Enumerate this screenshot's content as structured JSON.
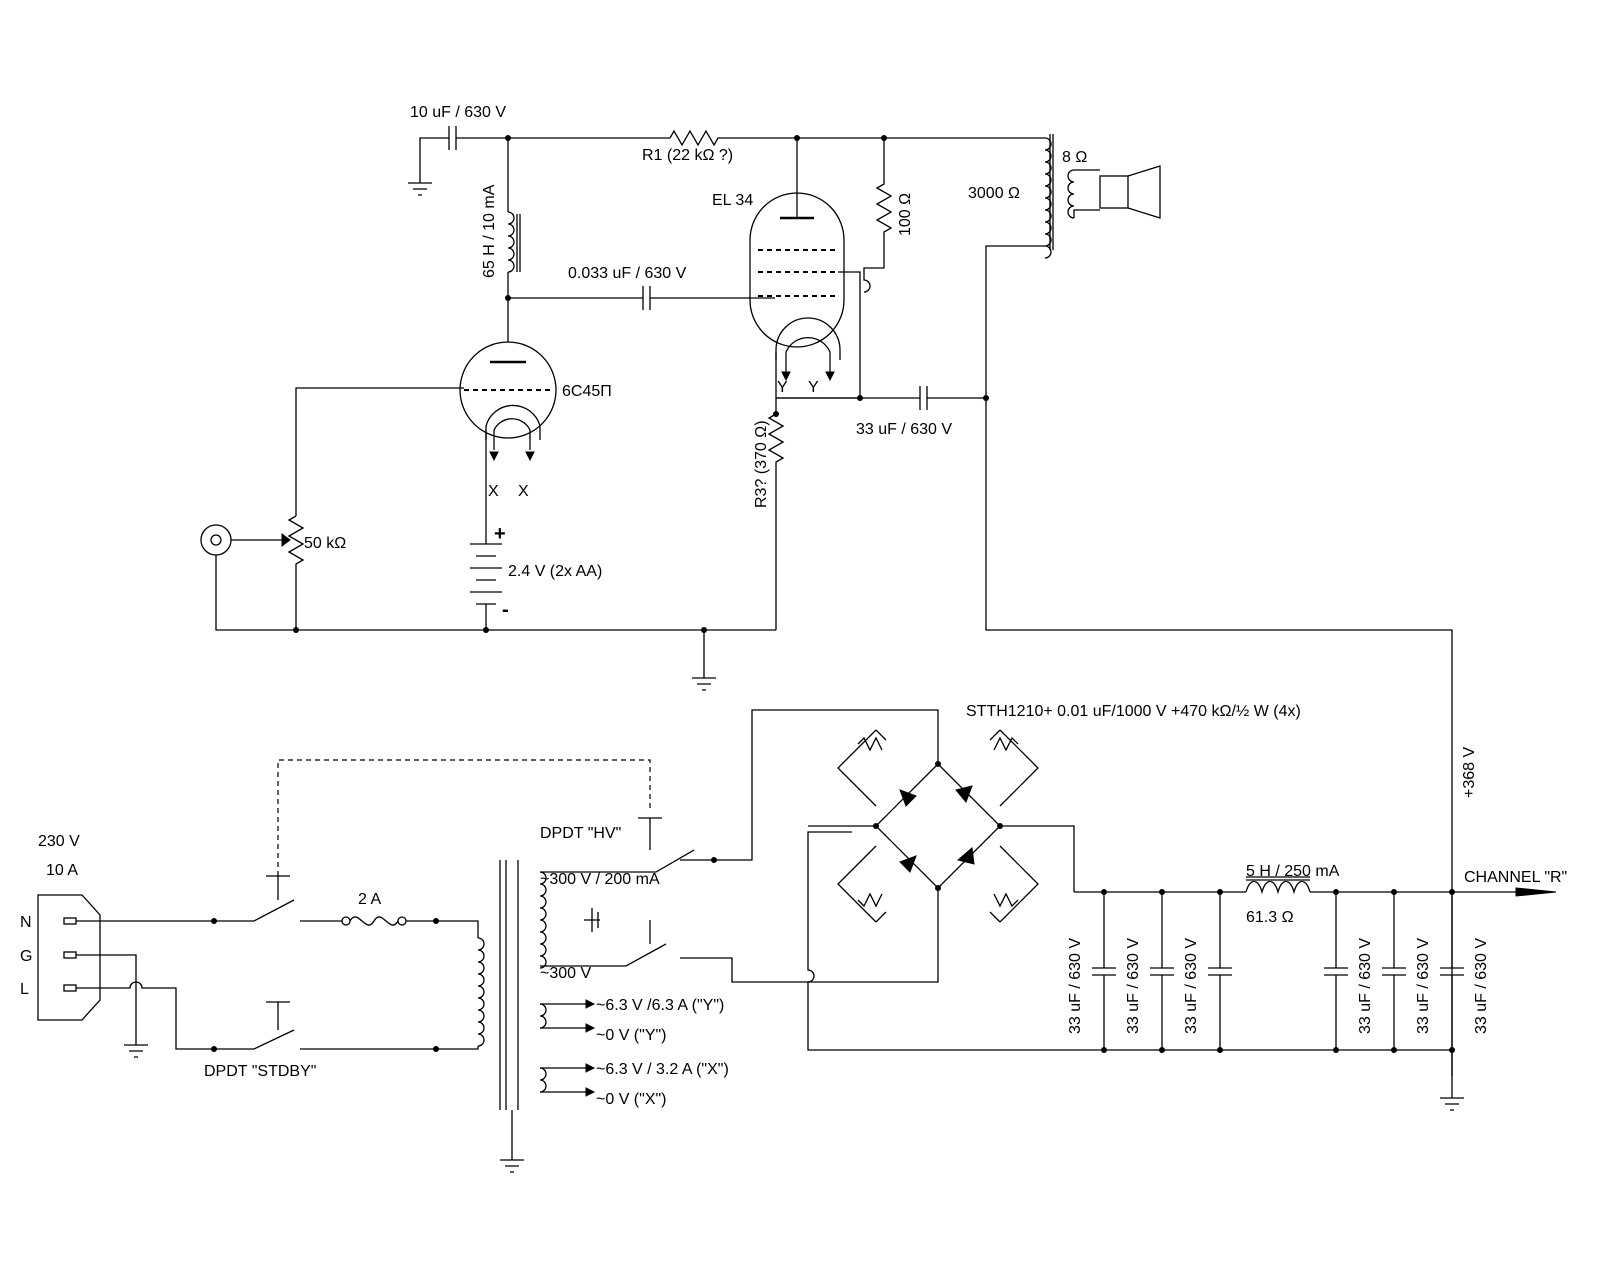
{
  "labels": {
    "cap_input": "10 uF / 630 V",
    "r1": "R1 (22 kΩ ?)",
    "choke_anode": "65 H / 10 mA",
    "tube_power": "EL 34",
    "r_screen": "100 Ω",
    "opt_primary": "3000 Ω",
    "opt_secondary": "8 Ω",
    "cap_coupling": "0.033 uF / 630 V",
    "tube_input": "6C45П",
    "heater_y1": "Y",
    "heater_y2": "Y",
    "heater_x1": "X",
    "heater_x2": "X",
    "r3": "R3? (370 Ω)",
    "cap_bypass": "33 uF / 630 V",
    "pot": "50 kΩ",
    "battery_plus": "+",
    "battery_minus": "-",
    "battery": "2.4 V (2x AA)",
    "bridge": "STTH1210+ 0.01 uF/1000 V +470 kΩ/½ W (4x)",
    "b_plus": "+368 V",
    "mains_v": "230 V",
    "mains_a": "10 A",
    "pin_n": "N",
    "pin_g": "G",
    "pin_l": "L",
    "switch_hv": "DPDT \"HV\"",
    "fuse": "2 A",
    "sec_hv": "~300 V / 200 mA",
    "sec_hv2": "~300 V",
    "switch_stdby": "DPDT \"STDBY\"",
    "fil_y": "~6.3 V /6.3 A (\"Y\")",
    "fil_y0": "~0 V (\"Y\")",
    "fil_x": "~6.3 V / 3.2 A (\"X\")",
    "fil_x0": "~0 V (\"X\")",
    "choke_psu": "5 H / 250 mA",
    "choke_res": "61.3 Ω",
    "channel": "CHANNEL \"R\"",
    "filter_cap": "33 uF / 630 V"
  }
}
